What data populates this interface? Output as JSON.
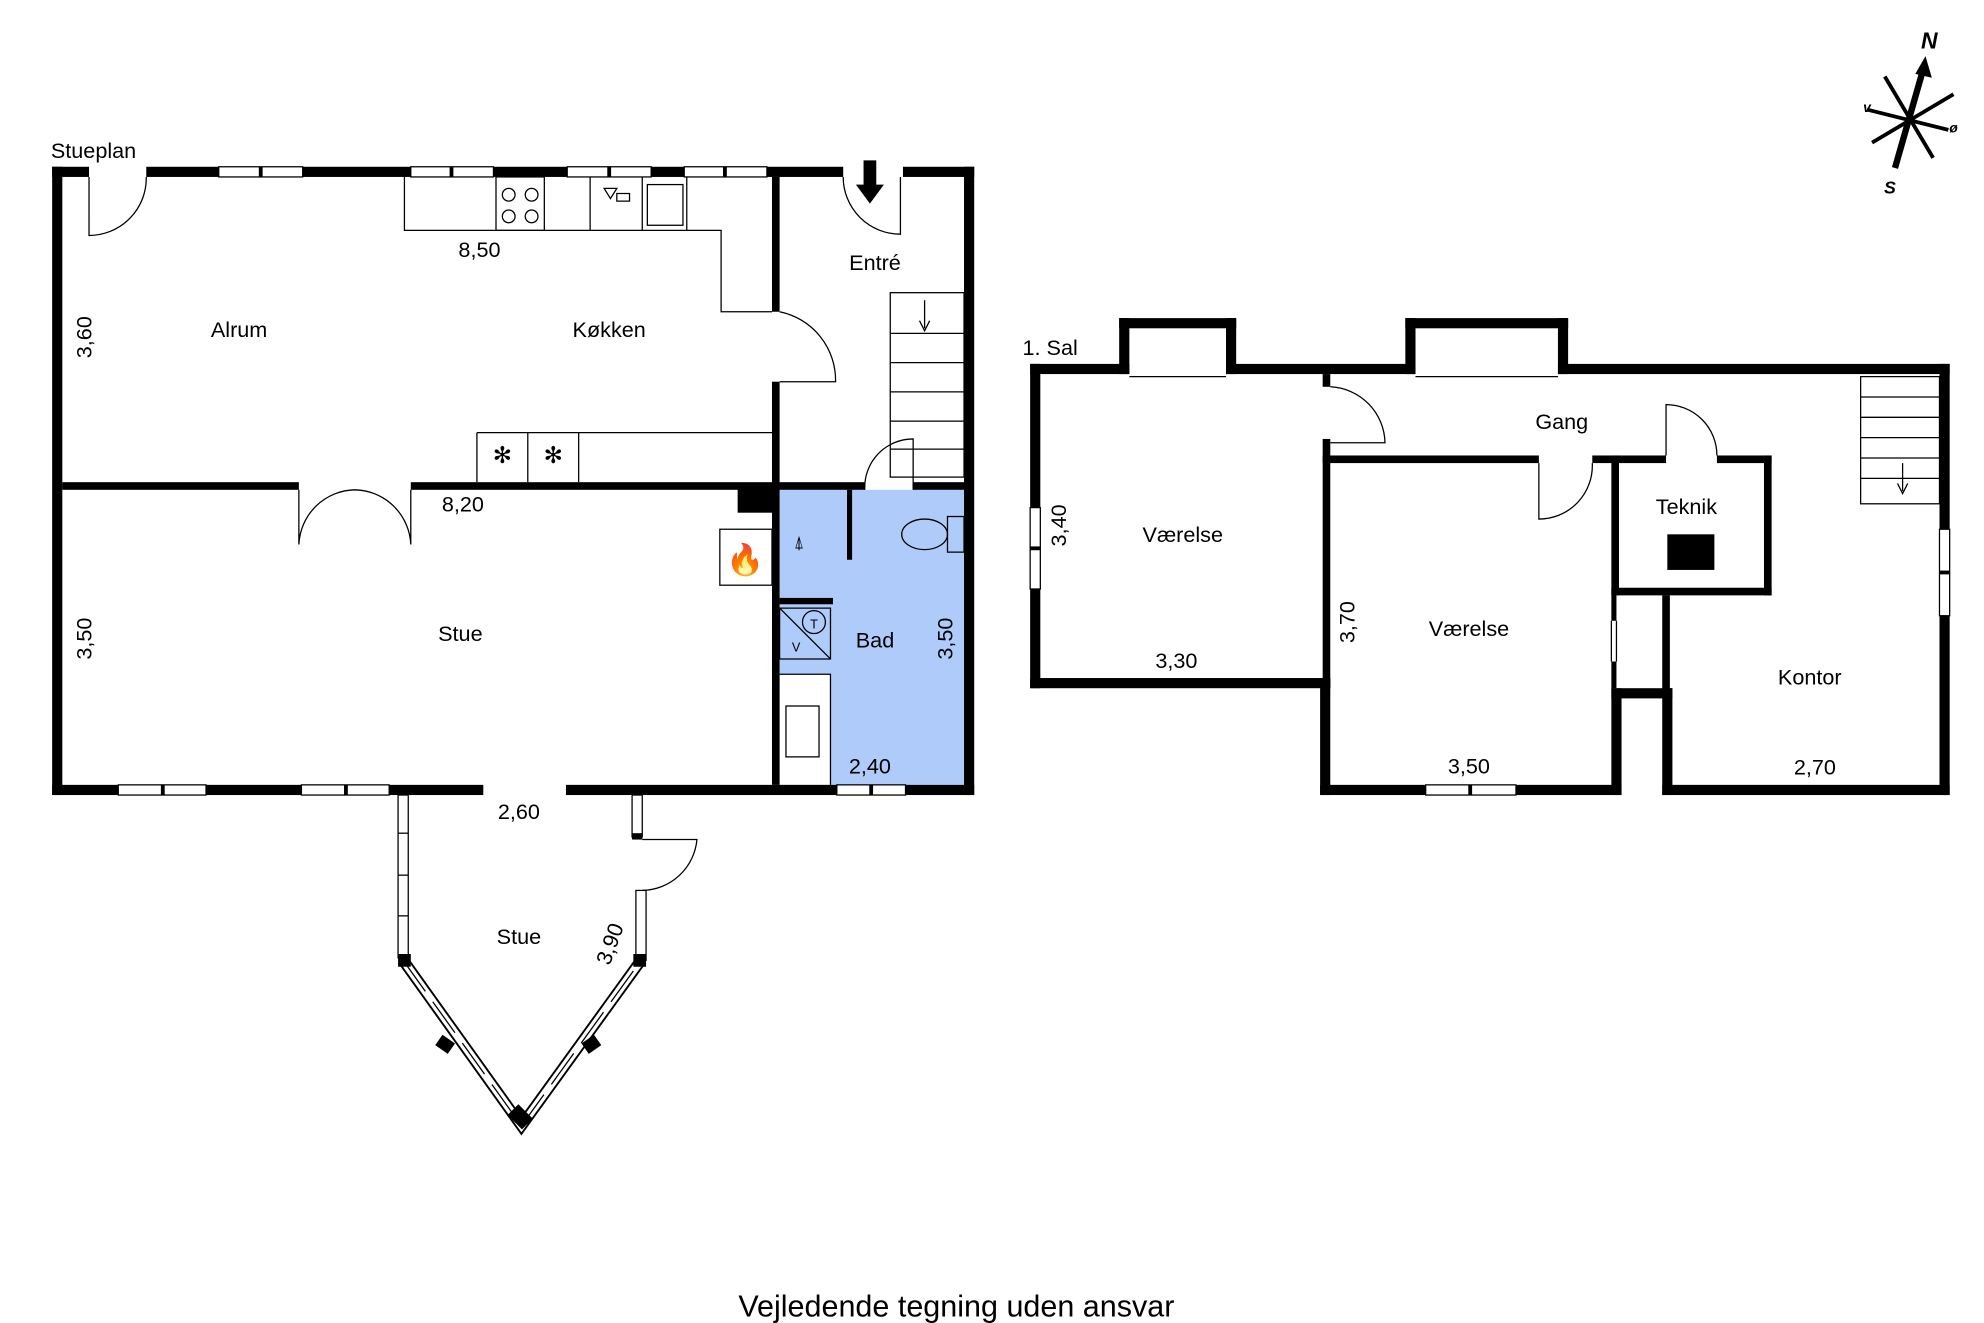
{
  "ground_floor": {
    "title": "Stueplan",
    "rooms": [
      {
        "name": "Alrum"
      },
      {
        "name": "Køkken"
      },
      {
        "name": "Entré"
      },
      {
        "name": "Stue"
      },
      {
        "name": "Bad"
      },
      {
        "name": "Stue"
      }
    ],
    "dimensions": [
      "8,50",
      "3,60",
      "8,20",
      "3,50",
      "3,50",
      "2,40",
      "2,60",
      "3,90"
    ],
    "bath_fixtures": {
      "washer": "V",
      "dryer": "T"
    }
  },
  "first_floor": {
    "title": "1. Sal",
    "rooms": [
      {
        "name": "Gang"
      },
      {
        "name": "Værelse"
      },
      {
        "name": "Værelse"
      },
      {
        "name": "Teknik"
      },
      {
        "name": "Kontor"
      }
    ],
    "dimensions": [
      "3,40",
      "3,30",
      "3,70",
      "3,50",
      "2,70"
    ]
  },
  "compass": {
    "north": "N",
    "south": "S",
    "west": "v",
    "east": "ø"
  },
  "footer": "Vejledende tegning uden ansvar",
  "colors": {
    "bath": "#aecbfa",
    "wall": "#000000"
  }
}
